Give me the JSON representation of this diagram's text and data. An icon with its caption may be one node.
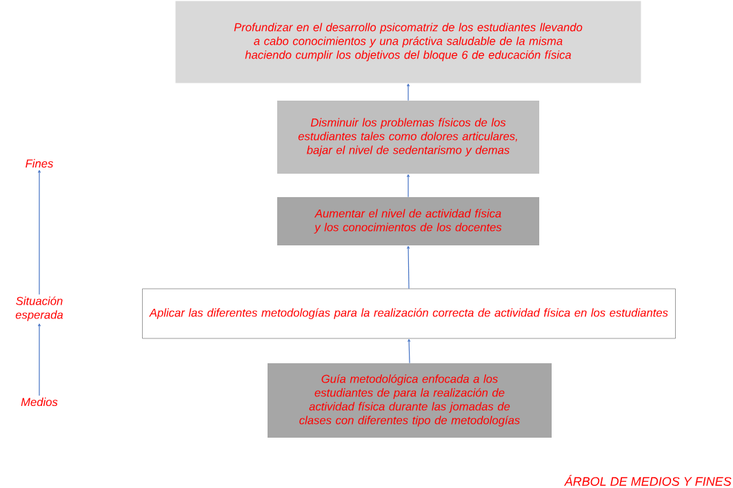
{
  "diagram": {
    "caption": "ÁRBOL DE MEDIOS Y FINES",
    "nodes": [
      {
        "text": [
          "Profundizar en el desarrollo psicomatriz de los estudiantes llevando a cabo conocimientos y una práctiva saludable de la misma haciendo cumplir los objetivos del bloque 6 de educación física"
        ]
      },
      {
        "text": [
          "Disminuir los problemas físicos de los estudiantes tales como dolores articulares, bajar el nivel de sedentarismo y demas"
        ]
      },
      {
        "text": [
          "Aumentar el nivel de actividad física y los conocimientos de los docentes"
        ]
      },
      {
        "text": [
          "Aplicar las diferentes metodologías para la realización correcta de actividad física en los estudiantes"
        ]
      },
      {
        "text": [
          "Guía metodológica enfocada a los estudiantes de para la realización de actividad física durante las jomadas de clases con diferentes tipo de metodologías"
        ]
      },
      {
        "text": [
          "Fines"
        ]
      },
      {
        "text": [
          "Situación esperada"
        ]
      },
      {
        "text": [
          "Medios"
        ]
      }
    ],
    "edges": [
      {
        "from": 4,
        "to": 3,
        "arrow": "to"
      },
      {
        "from": 3,
        "to": 2,
        "arrow": "to"
      },
      {
        "from": 2,
        "to": 1,
        "arrow": "to"
      },
      {
        "from": 1,
        "to": 0,
        "arrow": "to"
      },
      {
        "from": 7,
        "to": 6,
        "arrow": "to"
      },
      {
        "from": 6,
        "to": 5,
        "arrow": "to"
      }
    ]
  }
}
